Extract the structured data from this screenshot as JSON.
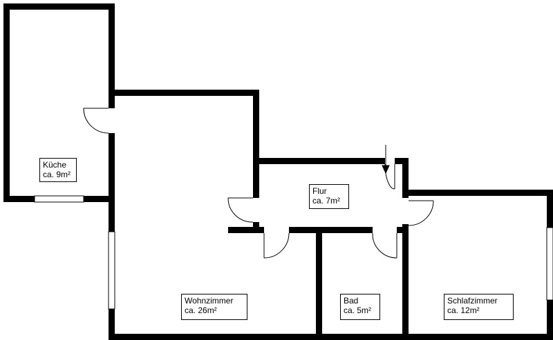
{
  "rooms": [
    {
      "id": "kueche",
      "name": "Küche",
      "area": "ca. 9m²"
    },
    {
      "id": "flur",
      "name": "Flur",
      "area": "ca. 7m²"
    },
    {
      "id": "wohnzimmer",
      "name": "Wohnzimmer",
      "area": "ca. 26m²"
    },
    {
      "id": "bad",
      "name": "Bad",
      "area": "ca. 5m²"
    },
    {
      "id": "schlafzimmer",
      "name": "Schlafzimmer",
      "area": "ca. 12m²"
    }
  ],
  "colors": {
    "wall": "#000000",
    "background": "#ffffff",
    "window": "#ffffff"
  },
  "symbols": {
    "entrance": "entrance-arrow-icon",
    "door": "door-swing-icon",
    "window": "window-icon"
  }
}
